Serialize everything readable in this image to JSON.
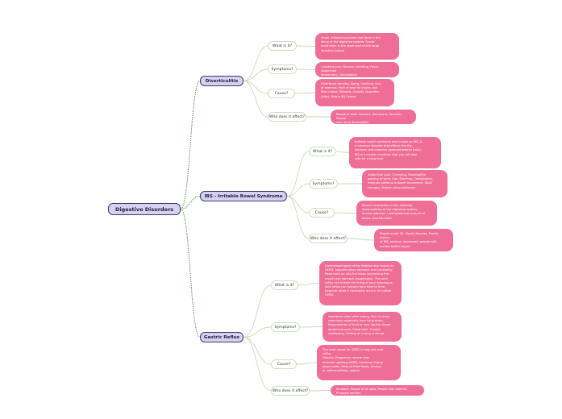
{
  "root": {
    "label": "Digestive Disorders"
  },
  "colors": {
    "link": "#3a8a2e",
    "leaf_link": "#c6ddb4",
    "leaf": "#ef6e98",
    "topic": "#d4d2ef"
  },
  "topics": [
    {
      "label": "Diverticulitis",
      "branches": [
        {
          "question": "What is it?",
          "answer": "Small, inflamed pouches that form in the\nlining of the digestive system. Found\nmost often in the lower part of the large\nintestine (colon)"
        },
        {
          "question": "Symptoms?",
          "answer": "Constant pain, Nausea, Vomiting, Fever, Abdominal\ntenderness, Constipation"
        },
        {
          "question": "Cause?",
          "answer": "Diverticula forming, Aging, Smoking, lack\nof exercise, High animal fat intake, low\nfiber intake, Steroids, Opioids, Ibuprofen\n(Advil, Motrin IB) Celexa"
        },
        {
          "question": "Who does it affect?",
          "answer": "People of older descent, Americans, Smokers, People\nwho drink Alcohol/Milk"
        }
      ]
    },
    {
      "label": "IBS - Irritable Bowel Syndrome",
      "branches": [
        {
          "question": "What is it?",
          "answer": "Irritable bowel syndrome also known as IBS, is\na common disorder that affects the the\nstomach and intestine (gastrointestinal tract).\nIBS is a chronic condition that you will deal\nwith for a long time."
        },
        {
          "question": "Symptoms?",
          "answer": "Abdominal pain, Cramping, Bloating/the\npassing of wind, Gas, Diarrhea, Constipation,\nIrregular patterns in bowel movement, Stool\nchanges, Bulkier using bathroom"
        },
        {
          "question": "Cause?",
          "answer": "Muscle contraction in the intestine,\nAbnormalities in the digestive system,\nSevere infection / overwhelming amount of\nstress, Bad Microbes"
        },
        {
          "question": "Who does it affect?",
          "answer": "People under 50, Mostly females, Family history\nof IBS, anxious, depressed, people with\nmental health issues"
        }
      ]
    },
    {
      "label": "Gastric Reflux",
      "branches": [
        {
          "question": "What is it?",
          "answer": "Gastroesophageal reflux disease also known as\nGERD, happens when stomach acid constantly\nflows back up into the tubes connecting the\nmouth and stomach (esophagus). This acid\nreflux can irritate the lining of your esophagus.\nAcid reflux can happen from time to time,\nhowever when it constantly occurs, it's called\nGERD."
        },
        {
          "question": "Symptoms?",
          "answer": "Heartburn often after eating, Pain in chest\nseemingly especially from lying down,\nRegurgitation of food or sour liquids, Upper\nabdominal pain, Chest pain, Trouble\nswallowing, Feeling of a lump in throat"
        },
        {
          "question": "Cause?",
          "answer": "The main cause for GERD is frequent acid\nreflux.\nObesity, Pregnancy, severe over\ndramatic splitting GERD, Smoking, Eating\nlarge meals, Fatty or fried foods, alcohol\nor coffee/caffeine, aspirin"
        },
        {
          "question": "Who does it affect?",
          "answer": "Smokers, People of all ages, People with asthma, Pregnant women"
        }
      ]
    }
  ]
}
